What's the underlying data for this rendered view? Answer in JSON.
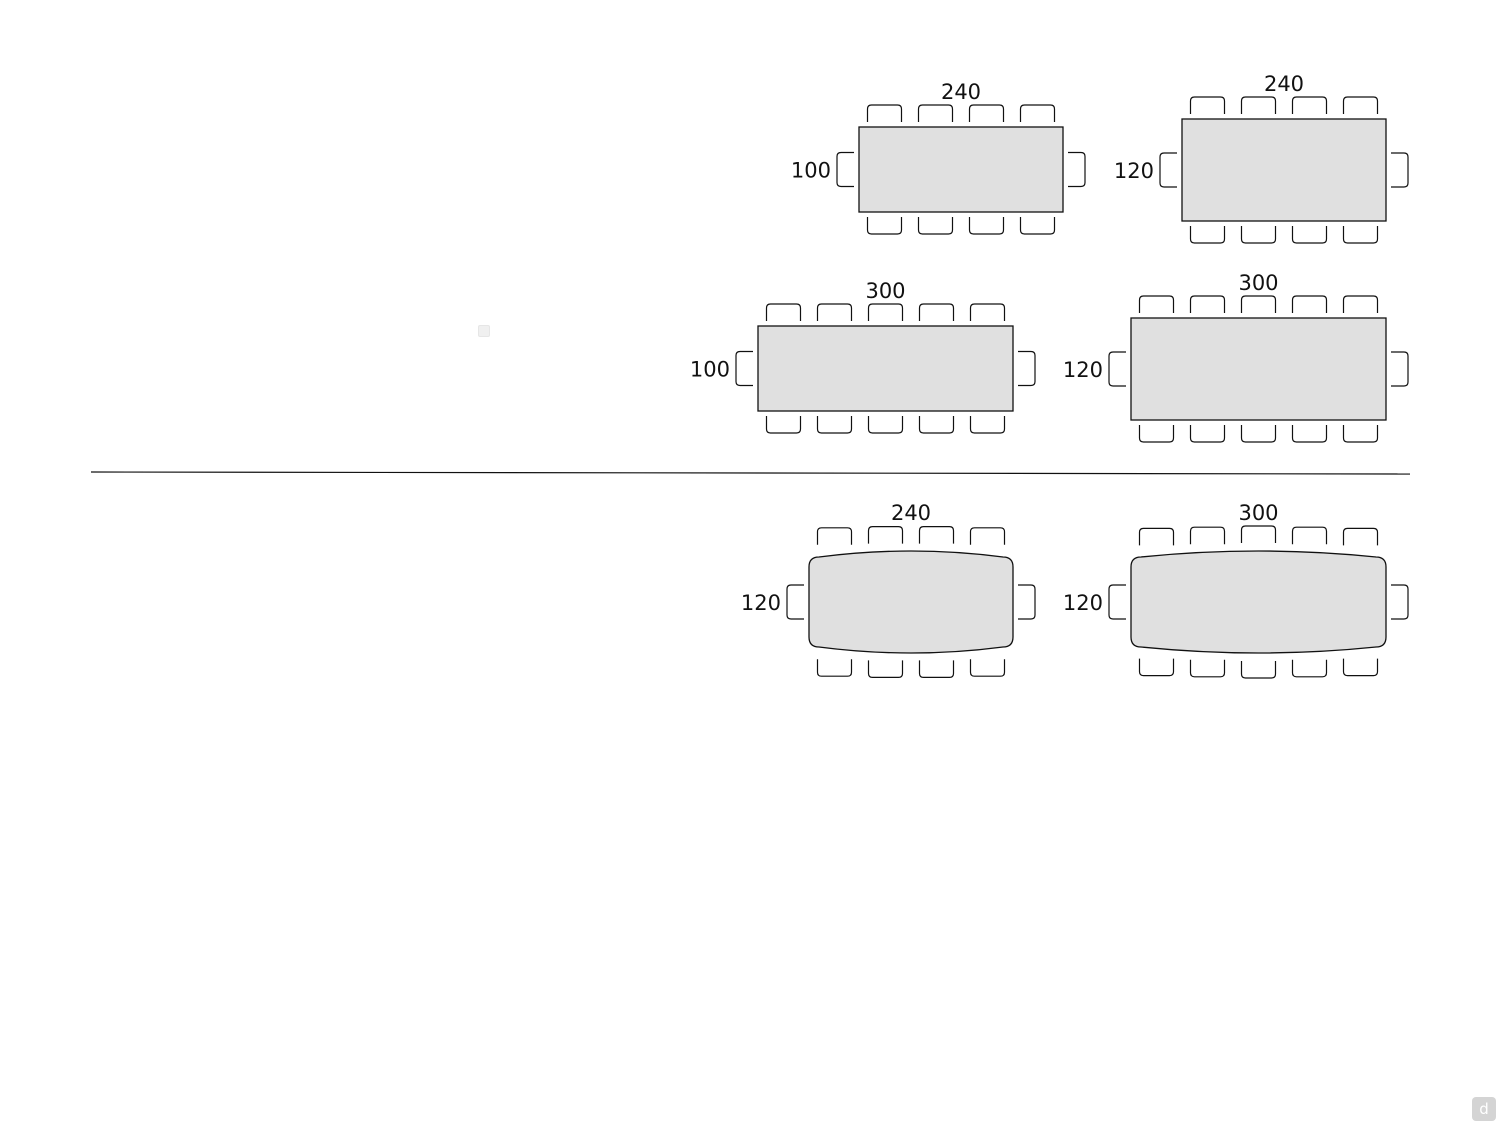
{
  "colors": {
    "stroke": "#111111",
    "table_fill": "#e0e0e0",
    "background": "#ffffff"
  },
  "tables": [
    {
      "id": "t-240x100",
      "shape": "rectangle",
      "length": "240",
      "width": "100",
      "seats_per_long_side": 4,
      "seats_per_short_side": 1
    },
    {
      "id": "t-240x120",
      "shape": "rectangle",
      "length": "240",
      "width": "120",
      "seats_per_long_side": 4,
      "seats_per_short_side": 1
    },
    {
      "id": "t-300x100",
      "shape": "rectangle",
      "length": "300",
      "width": "100",
      "seats_per_long_side": 5,
      "seats_per_short_side": 1
    },
    {
      "id": "t-300x120",
      "shape": "rectangle",
      "length": "300",
      "width": "120",
      "seats_per_long_side": 5,
      "seats_per_short_side": 1
    },
    {
      "id": "t-barrel-240x120",
      "shape": "barrel",
      "length": "240",
      "width": "120",
      "seats_per_long_side": 4,
      "seats_per_short_side": 1
    },
    {
      "id": "t-barrel-300x120",
      "shape": "barrel",
      "length": "300",
      "width": "120",
      "seats_per_long_side": 5,
      "seats_per_short_side": 1
    }
  ],
  "divider": {
    "visible": true
  },
  "icons": {
    "watermark": "brand-d-icon",
    "placeholder": "placeholder-square-icon"
  },
  "watermark_letter": "d"
}
